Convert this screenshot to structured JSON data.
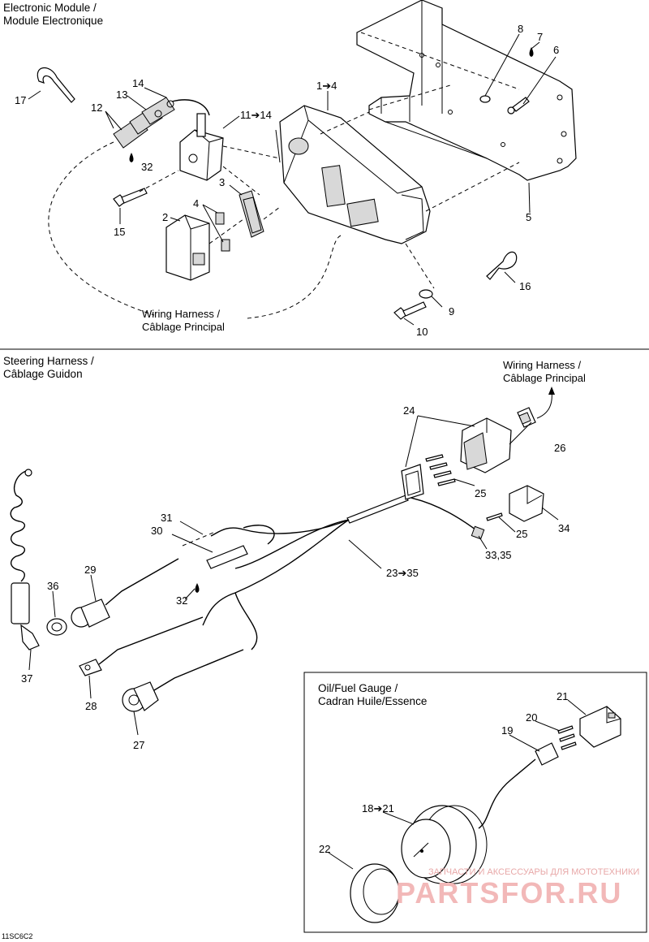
{
  "sections": {
    "electronic_module": {
      "line1": "Electronic Module /",
      "line2": "Module Electronique"
    },
    "steering_harness": {
      "line1": "Steering Harness /",
      "line2": "Câblage Guidon"
    },
    "oil_fuel_gauge": {
      "line1": "Oil/Fuel Gauge /",
      "line2": "Cadran Huile/Essence"
    }
  },
  "harness_labels": {
    "top": {
      "line1": "Wiring Harness /",
      "line2": "Câblage Principal"
    },
    "middle": {
      "line1": "Wiring Harness /",
      "line2": "Câblage Principal"
    }
  },
  "callouts": {
    "c1_4": "1➔4",
    "c2": "2",
    "c3": "3",
    "c4": "4",
    "c5": "5",
    "c6": "6",
    "c7": "7",
    "c8": "8",
    "c9": "9",
    "c10": "10",
    "c11_14": "11➔14",
    "c12": "12",
    "c13": "13",
    "c14": "14",
    "c15": "15",
    "c16": "16",
    "c17": "17",
    "c32a": "32",
    "c24": "24",
    "c25a": "25",
    "c25b": "25",
    "c26": "26",
    "c34": "34",
    "c33_35": "33,35",
    "c23_35": "23➔35",
    "c31": "31",
    "c30": "30",
    "c29": "29",
    "c36": "36",
    "c32b": "32",
    "c37": "37",
    "c28": "28",
    "c27": "27",
    "c21": "21",
    "c20": "20",
    "c19": "19",
    "c18_21": "18➔21",
    "c22": "22"
  },
  "footer": {
    "code": "11SC6C2"
  },
  "watermark": {
    "line1": "ЗАПЧАСТИ И АКСЕССУАРЫ ДЛЯ МОТОТЕХНИКИ",
    "line2": "PARTSFOR.RU"
  }
}
